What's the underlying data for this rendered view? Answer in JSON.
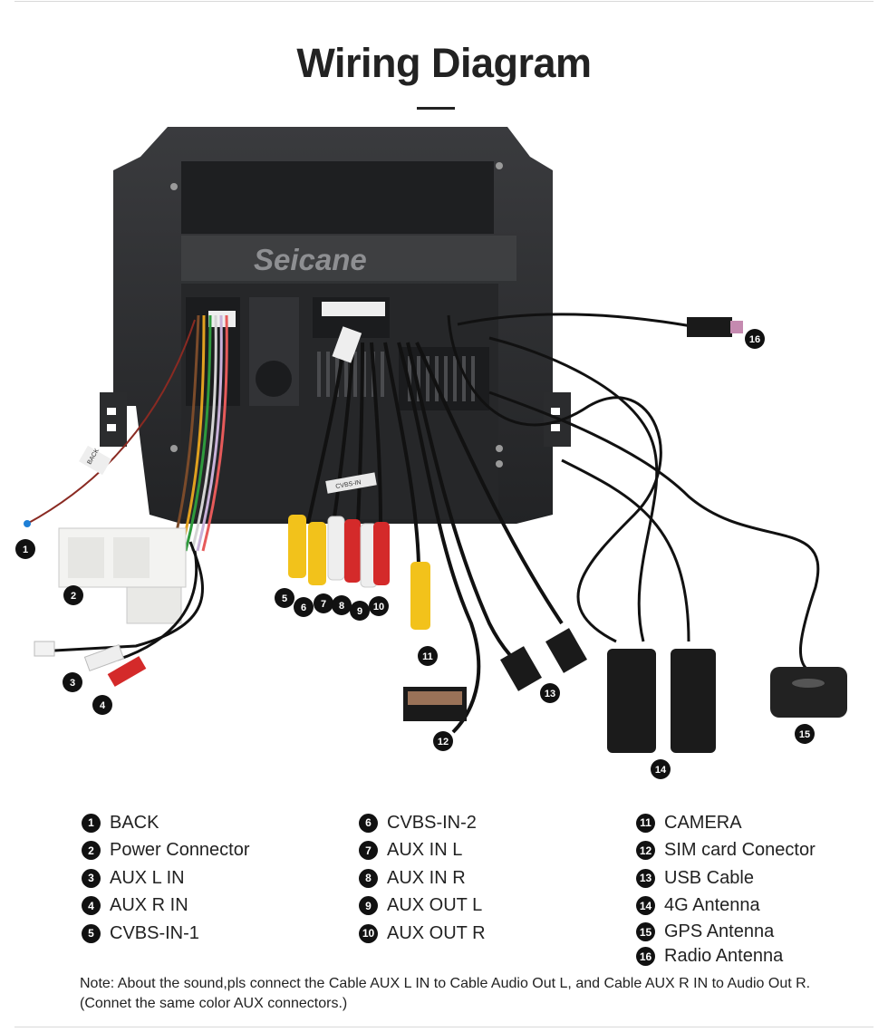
{
  "title": "Wiring Diagram",
  "watermark": "Seicane",
  "wire_tags": {
    "back": "BACK",
    "cvbs": "CVBS-IN"
  },
  "legend": [
    {
      "num": "1",
      "label": "BACK"
    },
    {
      "num": "2",
      "label": "Power Connector"
    },
    {
      "num": "3",
      "label": "AUX L IN"
    },
    {
      "num": "4",
      "label": "AUX R IN"
    },
    {
      "num": "5",
      "label": "CVBS-IN-1"
    },
    {
      "num": "6",
      "label": "CVBS-IN-2"
    },
    {
      "num": "7",
      "label": "AUX IN L"
    },
    {
      "num": "8",
      "label": "AUX IN R"
    },
    {
      "num": "9",
      "label": "AUX OUT L"
    },
    {
      "num": "10",
      "label": "AUX OUT R"
    },
    {
      "num": "11",
      "label": "CAMERA"
    },
    {
      "num": "12",
      "label": "SIM card Conector"
    },
    {
      "num": "13",
      "label": "USB Cable"
    },
    {
      "num": "14",
      "label": "4G Antenna"
    },
    {
      "num": "15",
      "label": "GPS Antenna"
    },
    {
      "num": "16",
      "label": "Radio Antenna"
    }
  ],
  "note": "Note: About the sound,pls connect the Cable AUX L IN to Cable Audio Out L, and Cable AUX R IN to Audio Out R.(Connet the same color AUX connectors.)",
  "colors": {
    "unit_body": "#2b2c2e",
    "rca_yellow": "#f2c21b",
    "rca_red": "#d42a2a",
    "rca_white": "#eeeeee",
    "badge": "#111111"
  }
}
